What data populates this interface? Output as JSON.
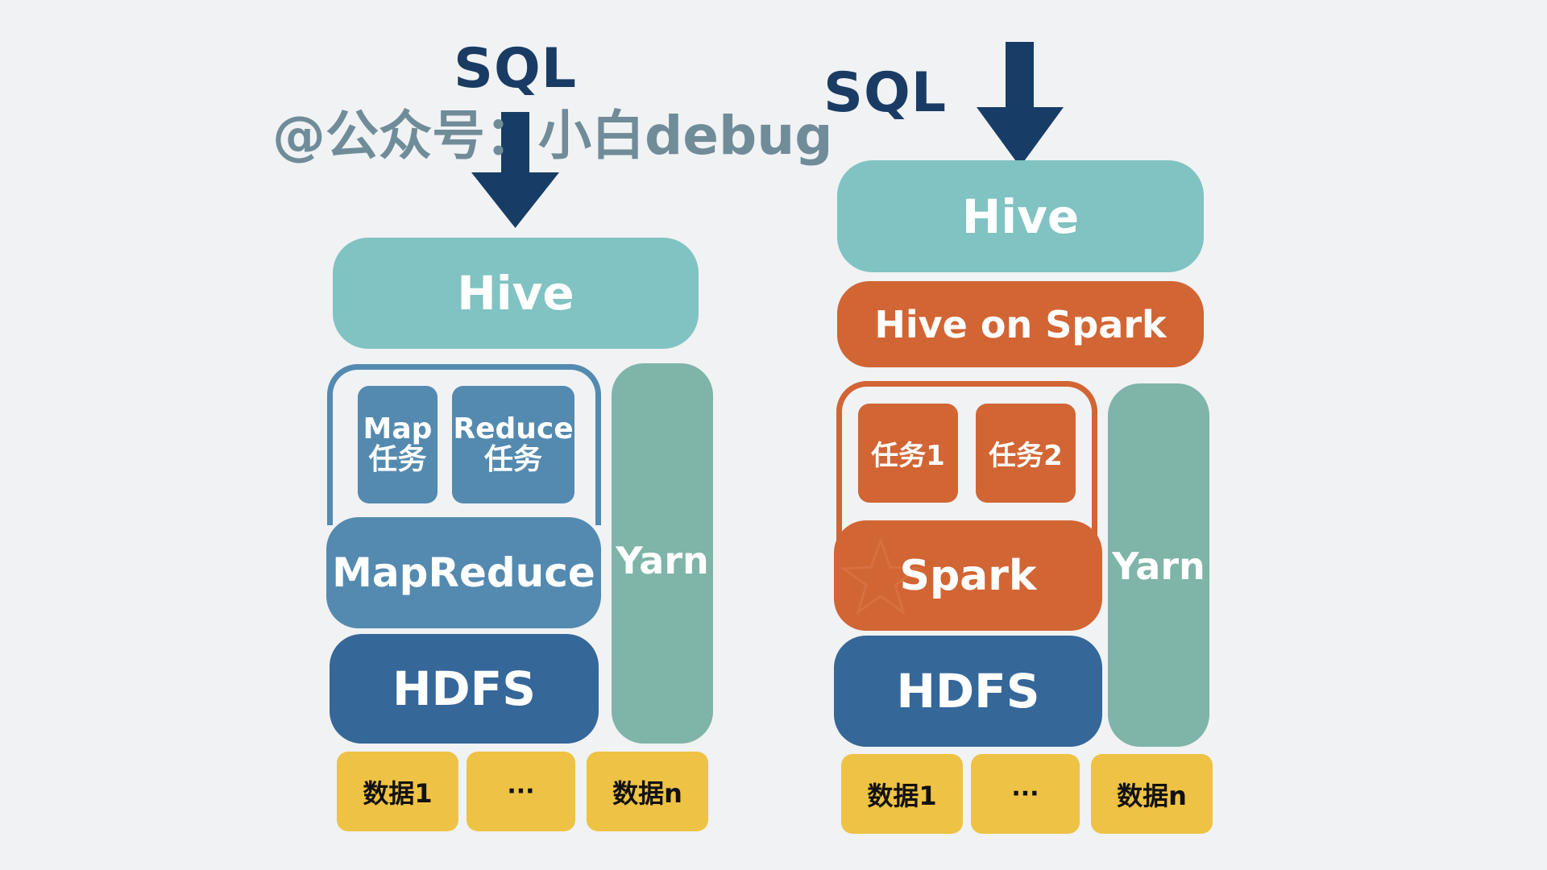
{
  "watermark": "@公众号：小白debug",
  "colors": {
    "background": "#f0f2f4",
    "hive": "#80c3c2",
    "mapreduce": "#548aaf",
    "hdfs": "#356799",
    "yarn": "#7fb4a8",
    "spark": "#d26534",
    "data": "#eec244",
    "sql_arrow": "#173d66"
  },
  "left_stack": {
    "input_label": "SQL",
    "hive": "Hive",
    "map_task": {
      "line1": "Map",
      "line2": "任务"
    },
    "reduce_task": {
      "line1": "Reduce",
      "line2": "任务"
    },
    "engine": "MapReduce",
    "storage": "HDFS",
    "scheduler": "Yarn",
    "data_blocks": [
      "数据1",
      "···",
      "数据n"
    ]
  },
  "right_stack": {
    "input_label": "SQL",
    "hive": "Hive",
    "hive_on_spark": "Hive on Spark",
    "tasks": [
      "任务1",
      "任务2"
    ],
    "engine": "Spark",
    "storage": "HDFS",
    "scheduler": "Yarn",
    "data_blocks": [
      "数据1",
      "···",
      "数据n"
    ]
  }
}
